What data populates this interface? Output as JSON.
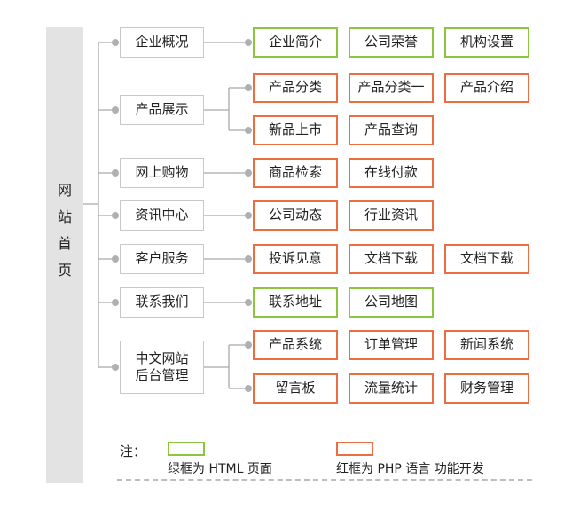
{
  "root": {
    "chars": [
      "网",
      "站",
      "首",
      "页"
    ]
  },
  "categories": [
    {
      "label": "企业概况",
      "children": [
        [
          "企业简介",
          "公司荣誉",
          "机构设置"
        ]
      ],
      "colors": [
        [
          "green",
          "green",
          "green"
        ]
      ]
    },
    {
      "label": "产品展示",
      "children": [
        [
          "产品分类",
          "产品分类一",
          "产品介绍"
        ],
        [
          "新品上市",
          "产品查询"
        ]
      ],
      "colors": [
        [
          "orange",
          "orange",
          "orange"
        ],
        [
          "orange",
          "orange"
        ]
      ]
    },
    {
      "label": "网上购物",
      "children": [
        [
          "商品检索",
          "在线付款"
        ]
      ],
      "colors": [
        [
          "orange",
          "orange"
        ]
      ]
    },
    {
      "label": "资讯中心",
      "children": [
        [
          "公司动态",
          "行业资讯"
        ]
      ],
      "colors": [
        [
          "orange",
          "orange"
        ]
      ]
    },
    {
      "label": "客户服务",
      "children": [
        [
          "投诉见意",
          "文档下载",
          "文档下载"
        ]
      ],
      "colors": [
        [
          "orange",
          "orange",
          "orange"
        ]
      ]
    },
    {
      "label": "联系我们",
      "children": [
        [
          "联系地址",
          "公司地图"
        ]
      ],
      "colors": [
        [
          "green",
          "green"
        ]
      ]
    },
    {
      "label": [
        "中文网站",
        "后台管理"
      ],
      "children": [
        [
          "产品系统",
          "订单管理",
          "新闻系统"
        ],
        [
          "留言板",
          "流量统计",
          "财务管理"
        ]
      ],
      "colors": [
        [
          "orange",
          "orange",
          "orange"
        ],
        [
          "orange",
          "orange",
          "orange"
        ]
      ]
    }
  ],
  "legend": {
    "title": "注：",
    "green_text": "绿框为 HTML 页面",
    "orange_text": "红框为 PHP 语言 功能开发",
    "green_color": "#8cc63f",
    "orange_color": "#ea6e3f"
  },
  "colors": {
    "green": "#8cc63f",
    "orange": "#ea6e3f",
    "connector": "#a9a9a9",
    "root_bg": "#e3e3e3"
  }
}
